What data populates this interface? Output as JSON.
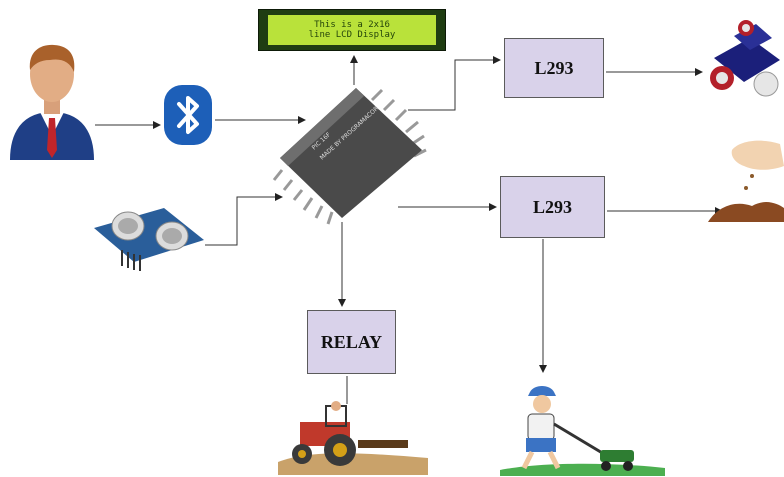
{
  "lcd": {
    "line1": "This is a 2x16",
    "line2": "line LCD Display"
  },
  "chip": {
    "label1": "MADE BY PROGRAMACOR",
    "label2": "PIC 16F"
  },
  "boxes": {
    "motor_driver_1": "L293",
    "motor_driver_2": "L293",
    "relay": "RELAY"
  },
  "icons": {
    "user": "user-icon",
    "bluetooth": "bluetooth-icon",
    "ultrasonic": "ultrasonic-sensor-icon",
    "robot": "robot-car-icon",
    "seed": "seed-sowing-icon",
    "tractor": "tractor-icon",
    "mower": "lawn-mower-icon"
  },
  "colors": {
    "box_fill": "#d9d2ea",
    "bluetooth_blue": "#1d5fb8",
    "lcd_green": "#b9e23a"
  }
}
